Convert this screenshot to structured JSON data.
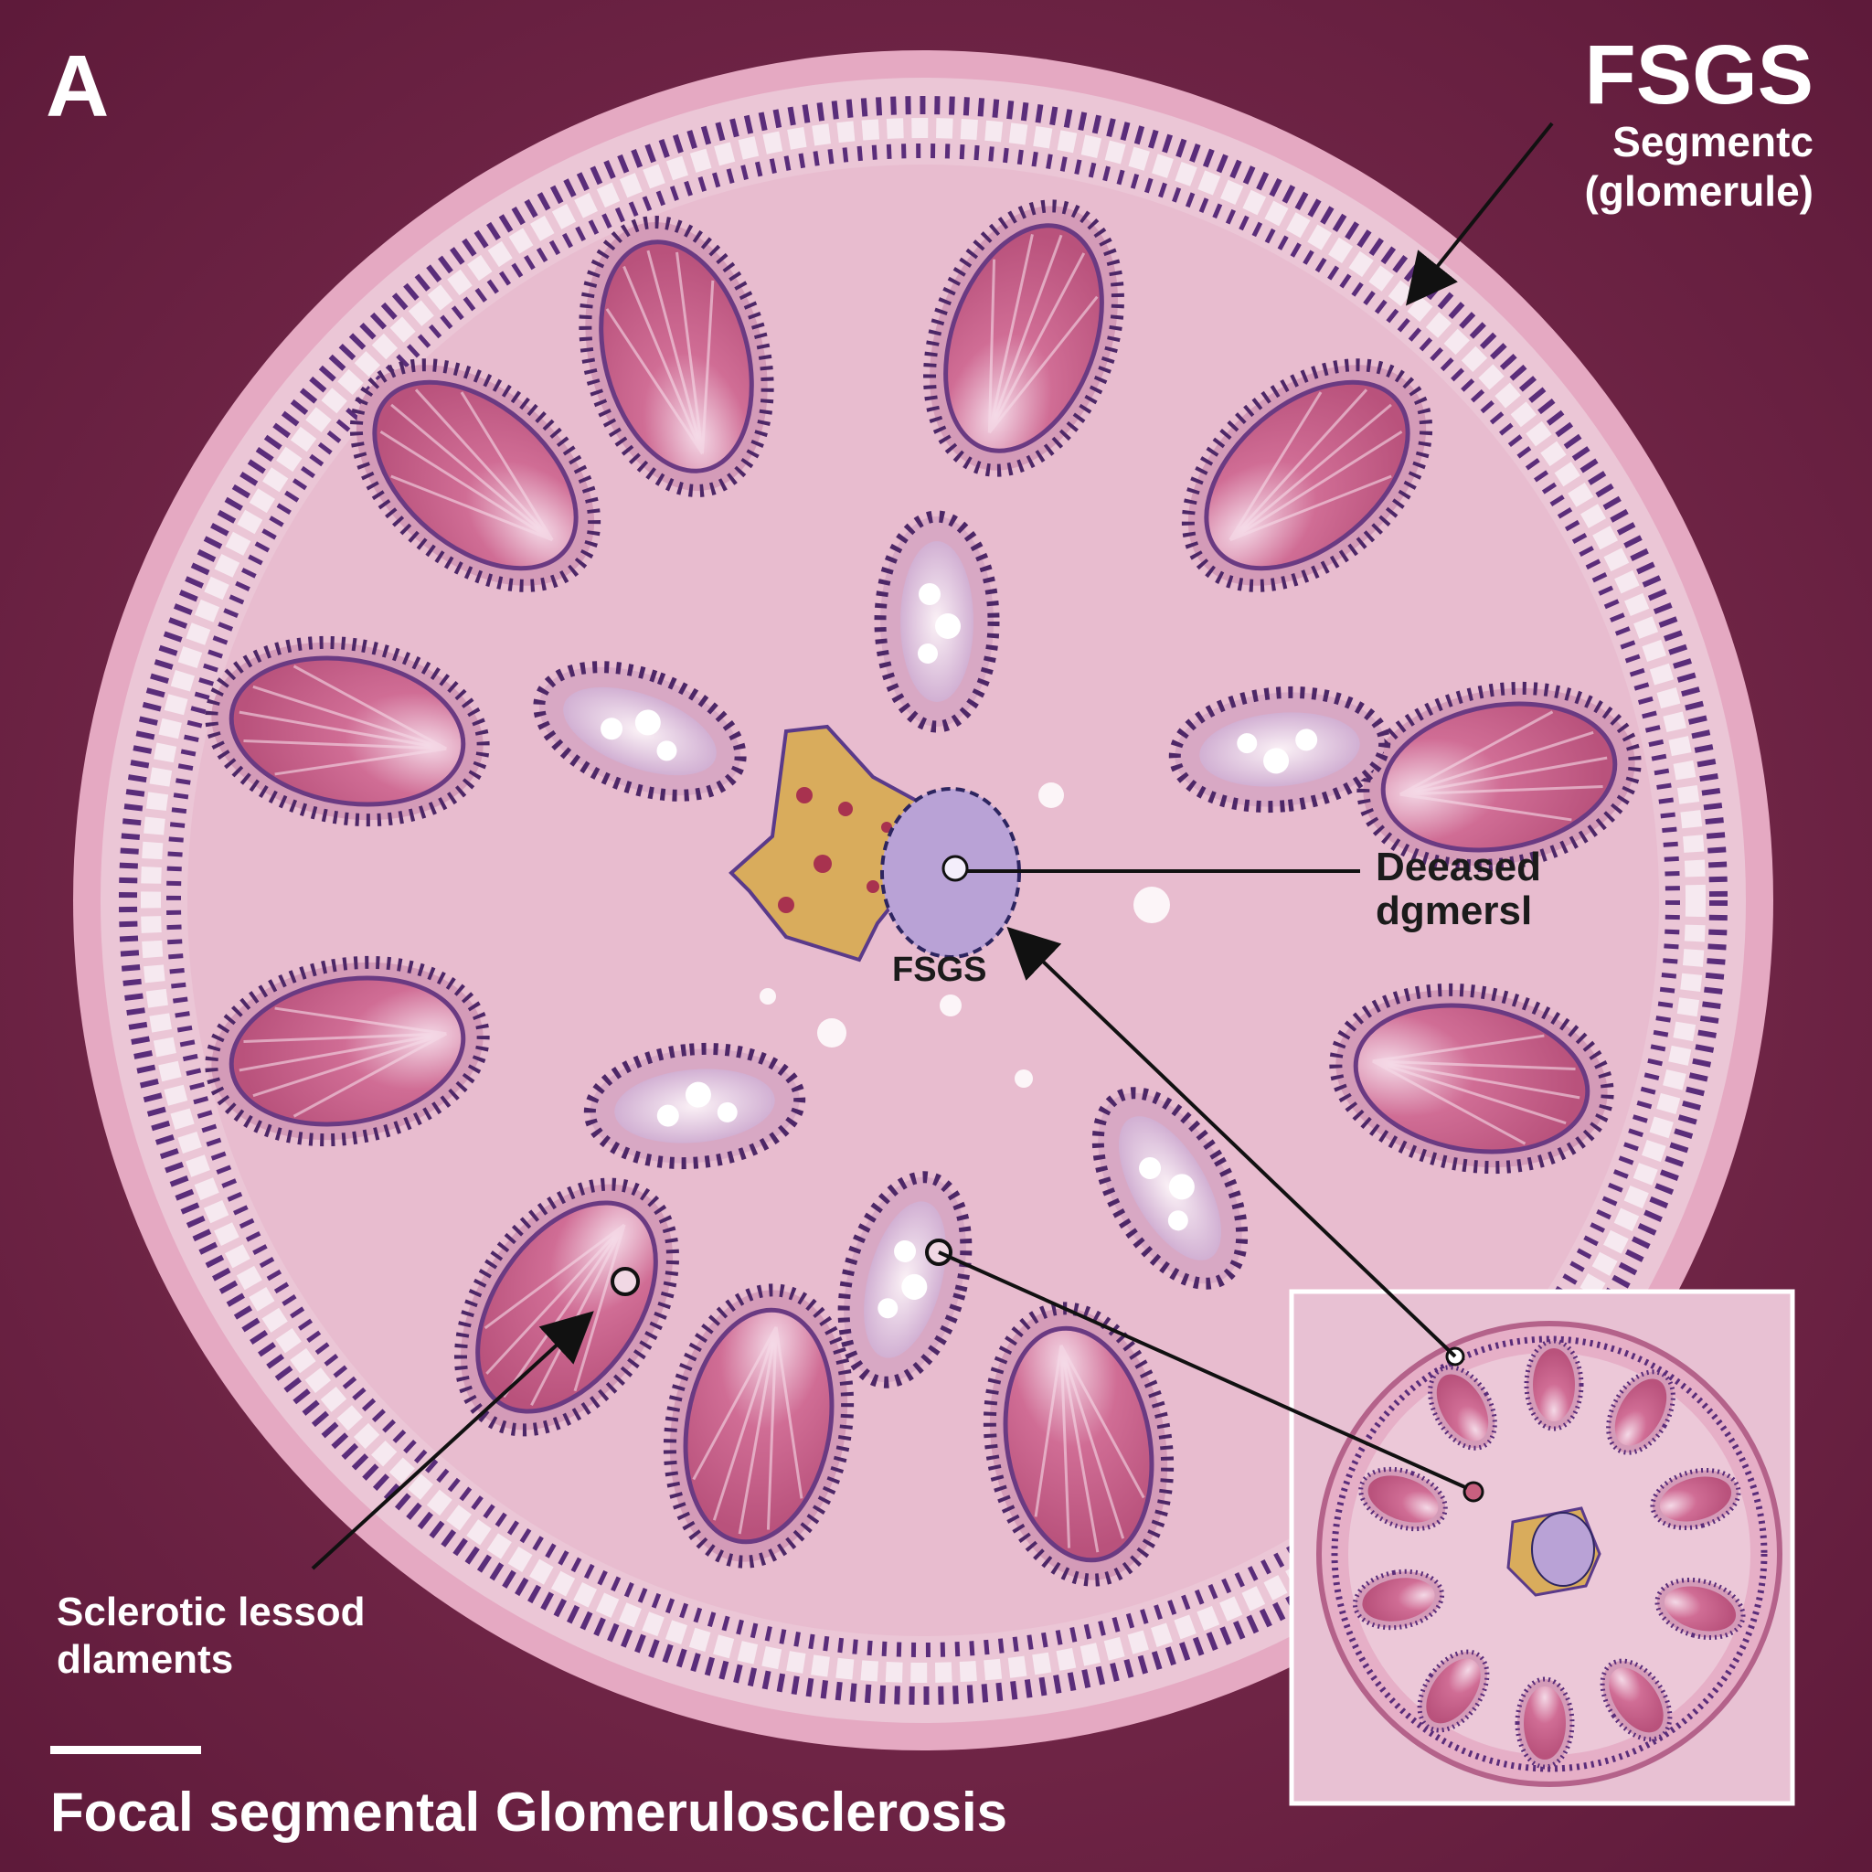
{
  "figure": {
    "panel_letter": "A",
    "title": "FSGS",
    "subtitle": "Segmentc (glomerule)",
    "caption": "Focal segmental Glomerulosclerosis"
  },
  "labels": {
    "diseased": "Deeased dgmersl",
    "lesion": "FSGS",
    "sclerotic": "Sclerotic lessod dlaments"
  },
  "colors": {
    "background": "#6e2244",
    "tissue": "#e6b3c8",
    "lumen_fill": "#c9517e",
    "nuclei": "#5a2d7a",
    "lesion_yellow": "#d9ac5c",
    "lesion_violet": "#b9a2d6",
    "arrow": "#111111"
  }
}
